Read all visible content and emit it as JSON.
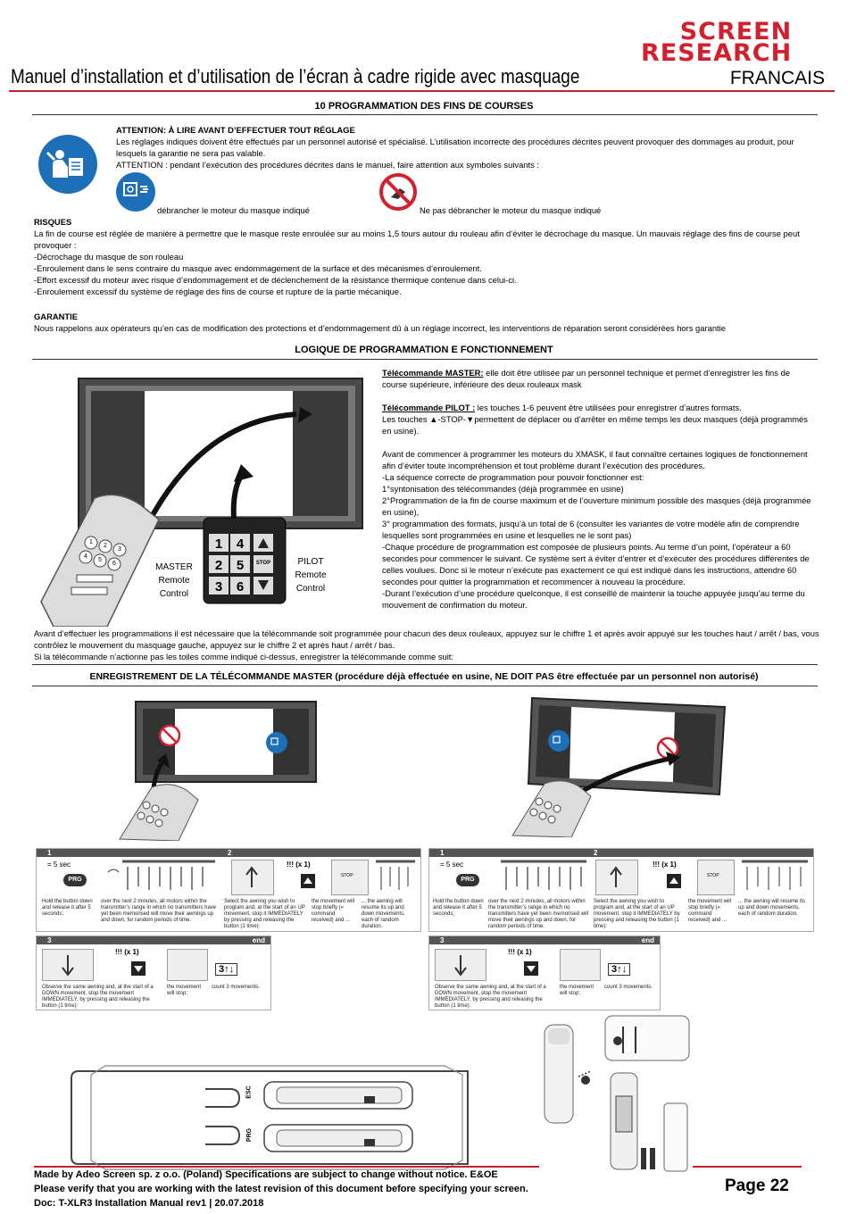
{
  "header": {
    "logo_line1": "SCREEN",
    "logo_line2": "RESEARCH",
    "language": "FRANCAIS",
    "title": "Manuel d’installation et d’utilisation de l’écran à cadre rigide avec masquage"
  },
  "section10": {
    "heading": "10 PROGRAMMATION DES FINS DE COURSES",
    "attention_title": "ATTENTION: À LIRE AVANT D’EFFECTUER TOUT RÉGLAGE",
    "attention_text": "Les réglages indiqués doivent être effectués par un personnel autorisé et spécialisé. L’utilisation incorrecte des procédures décrites peuvent provoquer des dommages au produit, pour lesquels la garantie ne sera pas valable.",
    "attention_note": "ATTENTION : pendant l’exécution des procédures décrites dans le manuel, faire attention aux symboles suivants :",
    "symbol1_label": "débrancher le moteur du masque indiqué",
    "symbol2_label": "Ne pas débrancher le moteur du masque indiqué",
    "risks_title": "RISQUES",
    "risks_text": "La fin de course est réglée de manière à permettre que le masque reste enroulée sur au moins 1,5 tours autour du rouleau afin d’éviter le décrochage du masque. Un mauvais réglage des fins de course peut provoquer :",
    "risks_items": [
      "-Décrochage du masque de son rouleau",
      "-Enroulement dans le sens contraire du masque avec endommagement de la surface et des mécanismes d’enroulement.",
      "-Effort excessif du moteur avec risque d’endommagement et de déclenchement de la résistance thermique contenue dans celui-ci.",
      "-Enroulement excessif du système de réglage des fins de course et rupture de la partie mécanique."
    ],
    "warranty_title": "GARANTIE",
    "warranty_text": "Nous rappelons aux opérateurs qu’en cas de modification des protections et d’endommagement dû à un réglage incorrect, les interventions de réparation seront considérées hors garantie"
  },
  "logic": {
    "heading": "LOGIQUE DE PROGRAMMATION E FONCTIONNEMENT",
    "master_label": "Télécommande MASTER:",
    "master_text": " elle doit être utilisée par un personnel technique et permet d’enregistrer les fins de course supérieure, inférieure des deux rouleaux mask",
    "pilot_label": "Télécommande PILOT :",
    "pilot_text": " les touches 1-6 peuvent être utilisées pour enregistrer d’autres formats.",
    "pilot_text2": "Les touches ▲-STOP-▼permettent de déplacer ou d’arrêter en même temps les deux masques (déjà programmés en usine).",
    "para_intro": "Avant de commencer à programmer les moteurs du XMASK, il faut connaître certaines logiques de fonctionnement afin d’éviter toute incompréhension et tout problème durant l’exécution des procédures.",
    "para_lines": [
      "-La séquence correcte de programmation pour pouvoir fonctionner est:",
      "1°syntonisation des télécommandes (déjà programmée en usine)",
      "2°Programmation de la fin de course maximum et de l’ouverture minimum possible des masques (déjà programmée en usine),",
      "3° programmation des formats, jusqu’à un total de 6 (consulter les variantes de votre modèle afin de comprendre lesquelles sont programmées en usine et lesquelles ne le sont pas)",
      "-Chaque procédure de programmation est composée de plusieurs points. Au terme d’un point, l’opérateur a 60 secondes pour commencer le suivant. Ce système sert à éviter d’entrer et d’exécuter des procédures différentes de celles voulues. Donc si le moteur n’exécute pas exactement ce qui est indiqué dans les instructions, attendre 60 secondes pour quitter la programmation et recommencer à nouveau la procédure.",
      "-Durant l’exécution d’une procédure quelconque, il est conseillé de maintenir la touche appuyée jusqu’au terme du mouvement de confirmation du moteur."
    ],
    "remote_master": [
      "MASTER",
      "Remote",
      "Control"
    ],
    "remote_pilot": [
      "PILOT",
      "Remote",
      "Control"
    ],
    "pilot_keys": [
      "1",
      "2",
      "3",
      "4",
      "5",
      "6",
      "STOP"
    ],
    "master_keys": [
      "1",
      "2",
      "3",
      "4",
      "5",
      "6"
    ],
    "bottom_para": "Avant d’effectuer les programmations il est nécessaire que la télécommande soit programmée pour chacun des deux rouleaux,  appuyez sur le chiffre 1 et après avoir appuyé sur les touches haut / arrêt / bas, vous contrôlez le mouvement du masquage gauche, appuyez sur le chiffre 2 et après haut / arrêt / bas.",
    "bottom_para2": "Si la télécommande n’actionne pas les toiles comme indiqué ci-dessus, enregistrer la télécommande comme suit:"
  },
  "register": {
    "heading": "ENREGISTREMENT DE LA TÉLÉCOMMANDE MASTER  (procédure déjà effectuée en usine, NE DOIT PAS être effectuée par un personnel non autorisé)",
    "step_numbers": [
      "1",
      "2",
      "3"
    ],
    "end_label": "end",
    "time_label": "= 5 sec",
    "prg_label": "PRG",
    "times_label": "!!! (x 1)",
    "stop_label": "STOP",
    "count_label": "3↑↓",
    "cap_1": "Hold the button down and release it after 5 seconds;",
    "cap_2": "over the next 2 minutes, all motors within the transmitter’s range in which no transmitters have yet been memorised will move their awnings up and down, for random periods of time.",
    "cap_3": "Select the awning you wish to program and, at the start of an UP movement, stop it IMMEDIATELY by pressing and releasing the button (1 time):",
    "cap_4": "the movement will stop briefly (« command received) and ...",
    "cap_5": "... the awning will resume its up and down movements, each of random duration.",
    "cap_6": "Observe the same awning and, at the start of a DOWN movement, stop the movement IMMEDIATELY, by pressing and releasing the button (1 time):",
    "cap_7": "the movement will stop;",
    "cap_8": "count 3 movements.",
    "esc_label": "ESC",
    "prg_board_label": "PRG"
  },
  "footer": {
    "line1": "Made by Adeo Screen sp. z o.o. (Poland) Specifications are subject to change without notice. E&OE",
    "line2": "Please verify that you are working with the latest revision of this document before specifying your screen.",
    "line3": "Doc: T-XLR3 Installation Manual rev1 | 20.07.2018",
    "page": "Page 22"
  },
  "colors": {
    "brand_red": "#d2202f",
    "safety_blue": "#1d6fb8"
  }
}
